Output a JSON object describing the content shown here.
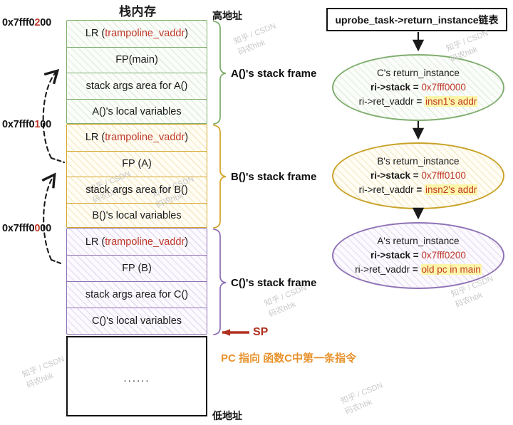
{
  "headings": {
    "stack_title": "栈内存",
    "high_address": "高地址",
    "low_address": "低地址"
  },
  "addresses": [
    {
      "prefix": "0x7fff0",
      "highlight": "2",
      "suffix": "00",
      "full": "0x7fff0200"
    },
    {
      "prefix": "0x7fff0",
      "highlight": "1",
      "suffix": "00",
      "full": "0x7fff0100"
    },
    {
      "prefix": "0x7fff0",
      "highlight": "0",
      "suffix": "00",
      "full": "0x7fff0000"
    }
  ],
  "stack": {
    "frames": [
      {
        "name": "A",
        "bracket_label": "A()'s stack frame",
        "color": "#7fae6e",
        "cells": [
          {
            "prefix": "LR (",
            "accent": "trampoline_vaddr",
            "suffix": ")"
          },
          {
            "prefix": "FP(main)",
            "accent": "",
            "suffix": ""
          },
          {
            "prefix": "stack args area for A()",
            "accent": "",
            "suffix": ""
          },
          {
            "prefix": "A()'s local variables",
            "accent": "",
            "suffix": ""
          }
        ]
      },
      {
        "name": "B",
        "bracket_label": "B()'s stack frame",
        "color": "#d4a62a",
        "cells": [
          {
            "prefix": "LR (",
            "accent": "trampoline_vaddr",
            "suffix": ")"
          },
          {
            "prefix": "FP (A)",
            "accent": "",
            "suffix": ""
          },
          {
            "prefix": "stack args area for B()",
            "accent": "",
            "suffix": ""
          },
          {
            "prefix": "B()'s local variables",
            "accent": "",
            "suffix": ""
          }
        ]
      },
      {
        "name": "C",
        "bracket_label": "C()'s stack frame",
        "color": "#8f72b5",
        "cells": [
          {
            "prefix": "LR (",
            "accent": "trampoline_vaddr",
            "suffix": ")"
          },
          {
            "prefix": "FP (B)",
            "accent": "",
            "suffix": ""
          },
          {
            "prefix": "stack args area for C()",
            "accent": "",
            "suffix": ""
          },
          {
            "prefix": "C()'s local variables",
            "accent": "",
            "suffix": ""
          }
        ]
      }
    ],
    "empty_region_text": "......"
  },
  "pointers": {
    "sp_label": "SP",
    "pc_note": "PC 指向 函数C中第一条指令"
  },
  "chain": {
    "header": "uprobe_task->return_instance链表",
    "nodes": [
      {
        "title": "C's return_instance",
        "stack_key": "ri->stack",
        "stack_value": "0x7fff0000",
        "ret_key": "ri->ret_vaddr",
        "ret_value": "insn1's addr",
        "color": "#7fae6e"
      },
      {
        "title": "B's return_instance",
        "stack_key": "ri->stack",
        "stack_value": "0x7fff0100",
        "ret_key": "ri->ret_vaddr",
        "ret_value": "insn2's addr",
        "color": "#c9a227"
      },
      {
        "title": "A's return_instance",
        "stack_key": "ri->stack",
        "stack_value": "0x7fff0200",
        "ret_key": "ri->ret_vaddr",
        "ret_value": "old pc in main",
        "color": "#8f72b5"
      }
    ]
  },
  "watermark": {
    "line1": "知乎 / CSDN",
    "line2": "码农hbk"
  },
  "colors": {
    "accent_red": "#c0392b",
    "sp_red": "#b03020",
    "pc_orange": "#e8922b",
    "highlight_yellow": "#fdf6a8"
  }
}
